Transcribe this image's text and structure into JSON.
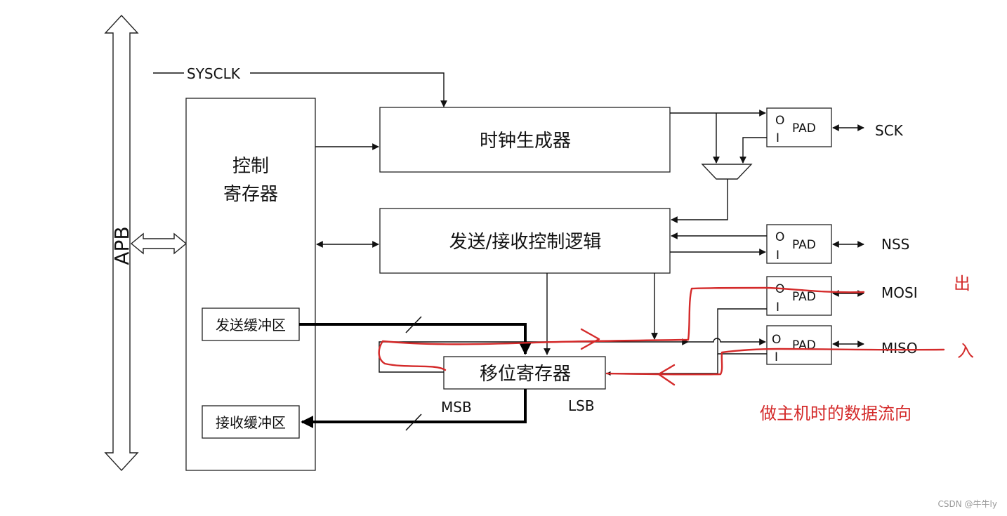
{
  "bus": {
    "label": "APB"
  },
  "clock": {
    "label": "SYSCLK"
  },
  "control_register": {
    "line1": "控制",
    "line2": "寄存器"
  },
  "tx_buffer": {
    "label": "发送缓冲区"
  },
  "rx_buffer": {
    "label": "接收缓冲区"
  },
  "clock_generator": {
    "label": "时钟生成器"
  },
  "tx_rx_control": {
    "label": "发送/接收控制逻辑"
  },
  "shift_register": {
    "label": "移位寄存器",
    "msb": "MSB",
    "lsb": "LSB"
  },
  "pads": [
    {
      "o": "O",
      "i": "I",
      "label": "PAD",
      "pin": "SCK"
    },
    {
      "o": "O",
      "i": "I",
      "label": "PAD",
      "pin": "NSS"
    },
    {
      "o": "O",
      "i": "I",
      "label": "PAD",
      "pin": "MOSI"
    },
    {
      "o": "O",
      "i": "I",
      "label": "PAD",
      "pin": "MISO"
    }
  ],
  "annotations": {
    "out": "出",
    "in": "入",
    "caption": "做主机时的数据流向"
  },
  "colors": {
    "annotation": "#d42a2a",
    "line": "#111111"
  },
  "watermark": "CSDN @牛牛ly"
}
